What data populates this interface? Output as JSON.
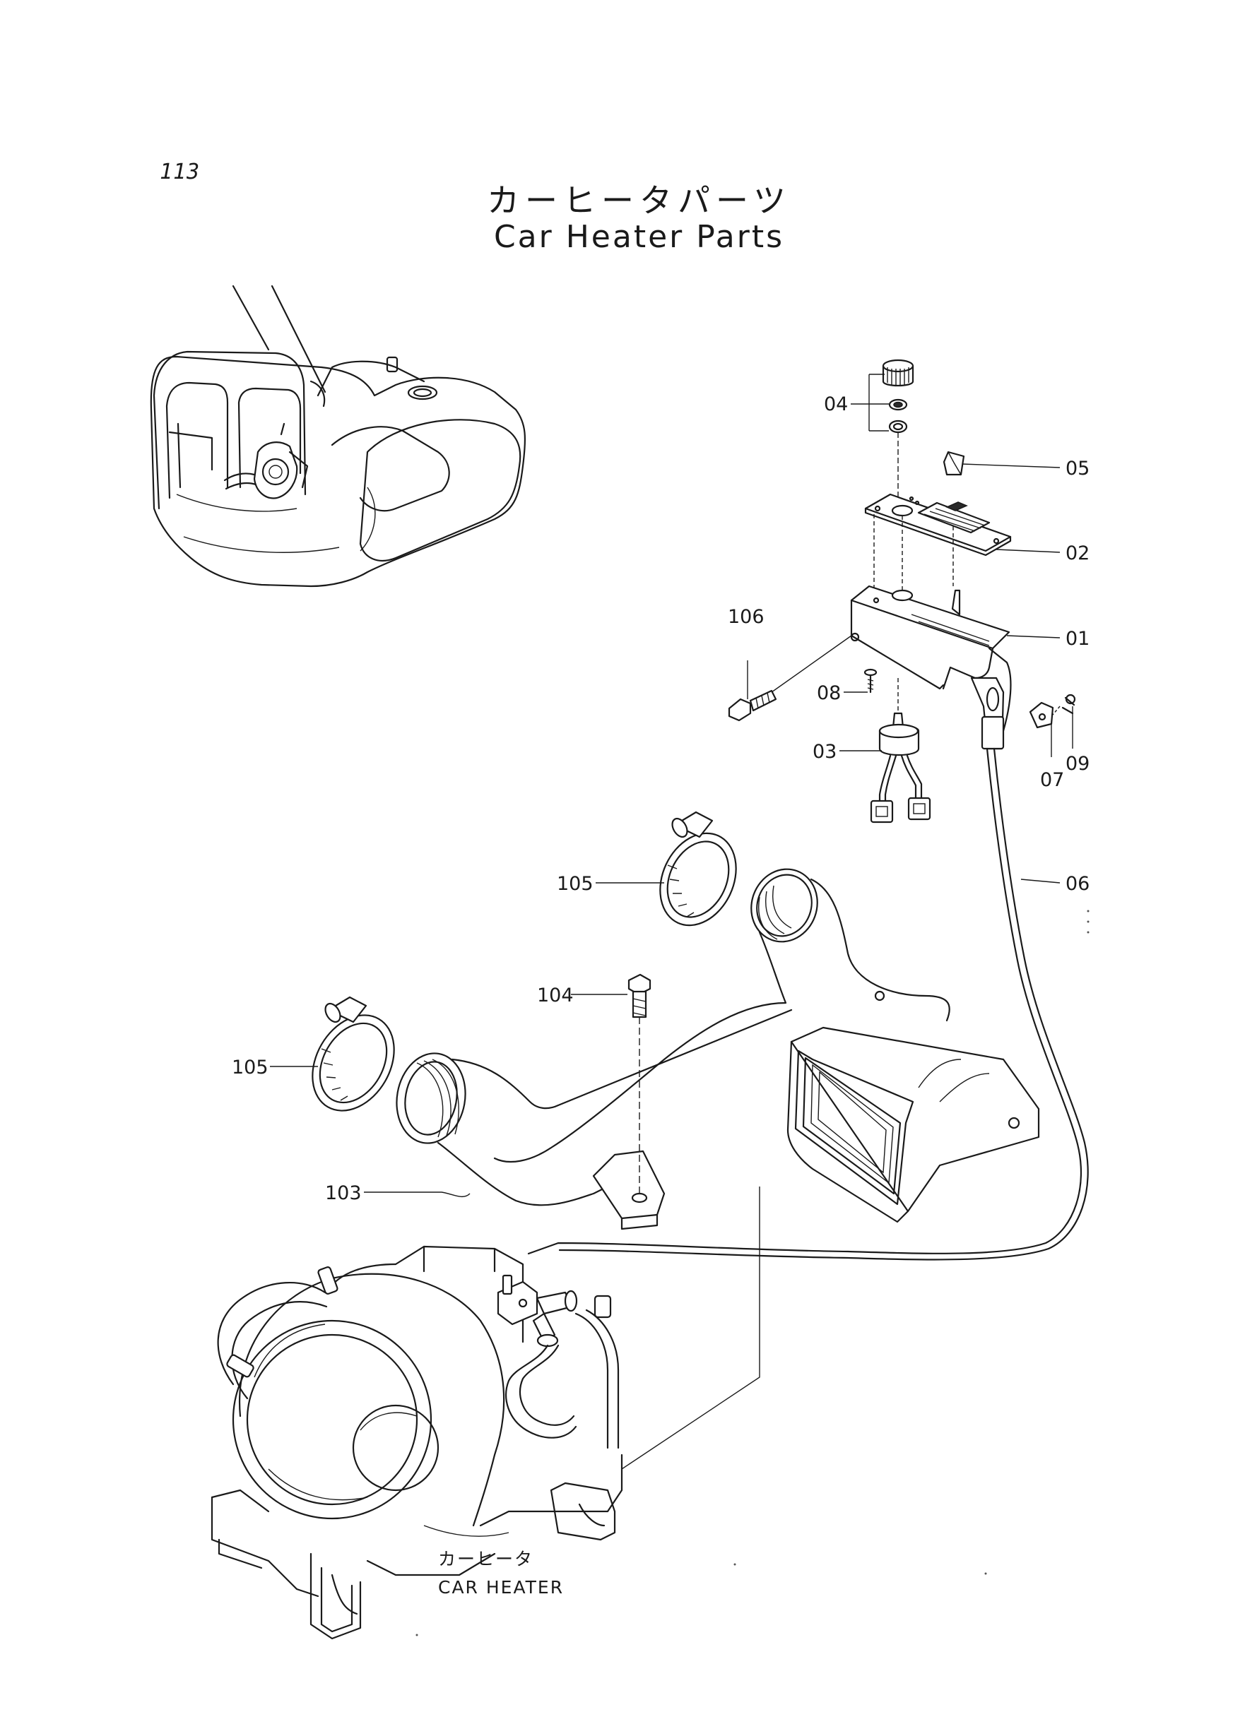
{
  "page": {
    "number": "113",
    "title_jp": "カーヒータパーツ",
    "title_en": "Car Heater Parts"
  },
  "callouts": [
    {
      "id": "04",
      "label": "04"
    },
    {
      "id": "05",
      "label": "05"
    },
    {
      "id": "02",
      "label": "02"
    },
    {
      "id": "01",
      "label": "01"
    },
    {
      "id": "106",
      "label": "106"
    },
    {
      "id": "08",
      "label": "08"
    },
    {
      "id": "03",
      "label": "03"
    },
    {
      "id": "07",
      "label": "07"
    },
    {
      "id": "09",
      "label": "09"
    },
    {
      "id": "06",
      "label": "06"
    },
    {
      "id": "105a",
      "label": "105"
    },
    {
      "id": "104",
      "label": "104"
    },
    {
      "id": "105b",
      "label": "105"
    },
    {
      "id": "103",
      "label": "103"
    }
  ],
  "caption": {
    "jp": "カーヒータ",
    "en": "CAR HEATER"
  }
}
